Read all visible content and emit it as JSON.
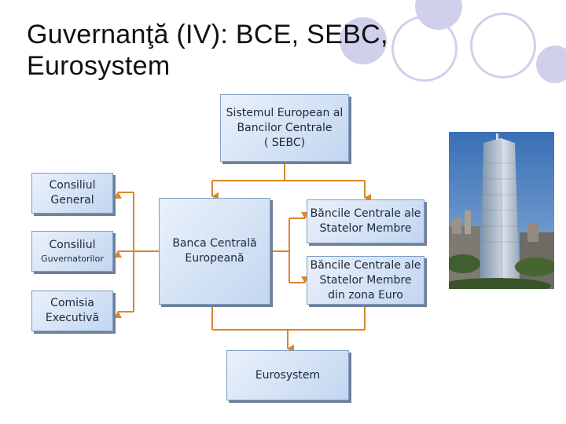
{
  "slide": {
    "title_line1": "Guvernanţă (IV): BCE, SEBC,",
    "title_line2": "Eurosystem"
  },
  "diagram": {
    "sebc": [
      "Sistemul European al",
      "Bancilor Centrale",
      "( SEBC)"
    ],
    "consiliul_general": [
      "Consiliul",
      "General"
    ],
    "consiliul_guvernatorilor": [
      "Consiliul",
      "Guvernatorilor"
    ],
    "comisia_executiva": [
      "Comisia",
      "Executivă"
    ],
    "bce": [
      "Banca Centrală",
      "Europeană"
    ],
    "bancile_membre": [
      "Băncile Centrale ale",
      "Statelor Membre"
    ],
    "bancile_zona_euro": [
      "Băncile Centrale ale",
      "Statelor Membre",
      "din zona Euro"
    ],
    "eurosystem": [
      "Eurosystem"
    ]
  },
  "colors": {
    "box_fill": "#c2d6f0",
    "box_border": "#7f9cc4",
    "connector": "#d9862b",
    "ring": "#d0d0ea"
  }
}
